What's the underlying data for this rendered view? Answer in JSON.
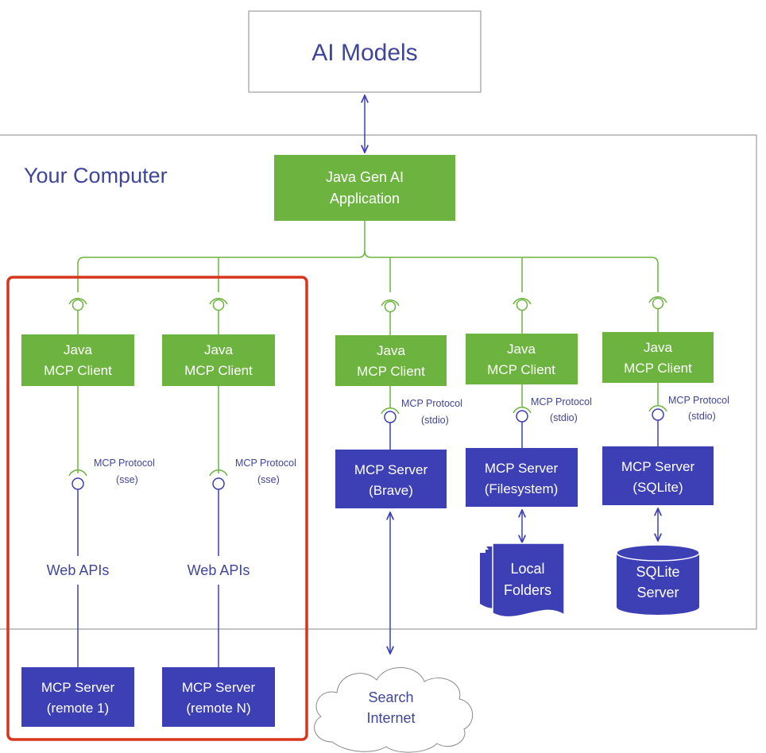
{
  "colors": {
    "green": "#6cb43f",
    "navy": "#3d3fb5",
    "text_navy": "#3f4599",
    "border_gray": "#8a8a8a",
    "highlight_red": "#d7361c"
  },
  "ai_models": {
    "label": "AI Models"
  },
  "computer": {
    "label": "Your Computer"
  },
  "app": {
    "line1": "Java Gen AI",
    "line2": "Application"
  },
  "clients": [
    {
      "line1": "Java",
      "line2": "MCP Client",
      "protocol": "MCP Protocol",
      "transport": "(sse)"
    },
    {
      "line1": "Java",
      "line2": "MCP Client",
      "protocol": "MCP Protocol",
      "transport": "(sse)"
    },
    {
      "line1": "Java",
      "line2": "MCP Client",
      "protocol": "MCP Protocol",
      "transport": "(stdio)"
    },
    {
      "line1": "Java",
      "line2": "MCP Client",
      "protocol": "MCP Protocol",
      "transport": "(stdio)"
    },
    {
      "line1": "Java",
      "line2": "MCP Client",
      "protocol": "MCP Protocol",
      "transport": "(stdio)"
    }
  ],
  "web_apis": [
    "Web APIs",
    "Web APIs"
  ],
  "remote_servers": [
    {
      "line1": "MCP Server",
      "line2": "(remote 1)"
    },
    {
      "line1": "MCP Server",
      "line2": "(remote N)"
    }
  ],
  "local_servers": [
    {
      "line1": "MCP Server",
      "line2": "(Brave)"
    },
    {
      "line1": "MCP Server",
      "line2": "(Filesystem)"
    },
    {
      "line1": "MCP Server",
      "line2": "(SQLite)"
    }
  ],
  "local_folders": {
    "line1": "Local",
    "line2": "Folders"
  },
  "sqlite_db": {
    "line1": "SQLite",
    "line2": "Server"
  },
  "internet": {
    "line1": "Search",
    "line2": "Internet"
  }
}
